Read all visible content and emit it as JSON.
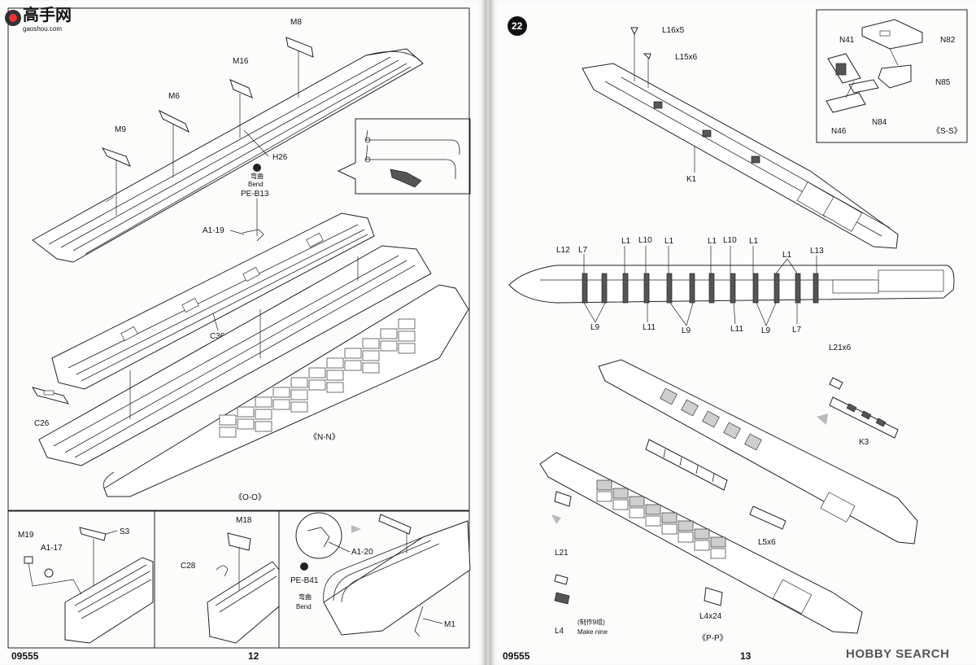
{
  "left_page": {
    "logo": {
      "text": "高手网",
      "url_text": "gaoshou.com"
    },
    "labels": {
      "m8": "M8",
      "m16": "M16",
      "m6": "M6",
      "m9": "M9",
      "h26": "H26",
      "bend_zh": "弯曲",
      "bend_en": "Bend",
      "pe_b13": "PE-B13",
      "a1_19": "A1-19",
      "c36": "C36",
      "c26": "C26",
      "nn": "《N-N》",
      "oo": "《O-O》"
    },
    "inset1": {
      "m19": "M19",
      "a1_17": "A1-17",
      "s3": "S3"
    },
    "inset2": {
      "m18": "M18",
      "c28": "C28"
    },
    "inset3": {
      "a1_20": "A1-20",
      "pe_b41": "PE-B41",
      "bend_zh": "弯曲",
      "bend_en": "Bend",
      "m1": "M1"
    },
    "footer": {
      "code": "09555",
      "page": "12"
    }
  },
  "right_page": {
    "step": "22",
    "labels": {
      "l16x5": "L16x5",
      "l15x6": "L15x6",
      "k1": "K1"
    },
    "ss": {
      "n41": "N41",
      "n82": "N82",
      "n85": "N85",
      "n46": "N46",
      "n84": "N84",
      "title": "《S-S》"
    },
    "mid_top": [
      "L12",
      "L7",
      "L1",
      "L10",
      "L1",
      "L1",
      "L10",
      "L1",
      "L1",
      "L13"
    ],
    "mid_bottom": [
      "L9",
      "L11",
      "L9",
      "L11",
      "L9",
      "L7"
    ],
    "lower": {
      "l21x6": "L21x6",
      "k3": "K3",
      "l5x6": "L5x6",
      "l21": "L21",
      "l4": "L4",
      "make_nine_zh": "(制作9组)",
      "make_nine_en": "Make nine",
      "l4x24": "L4x24",
      "pp": "《P-P》"
    },
    "footer": {
      "code": "09555",
      "page": "13"
    },
    "watermark": "HOBBY SEARCH"
  }
}
